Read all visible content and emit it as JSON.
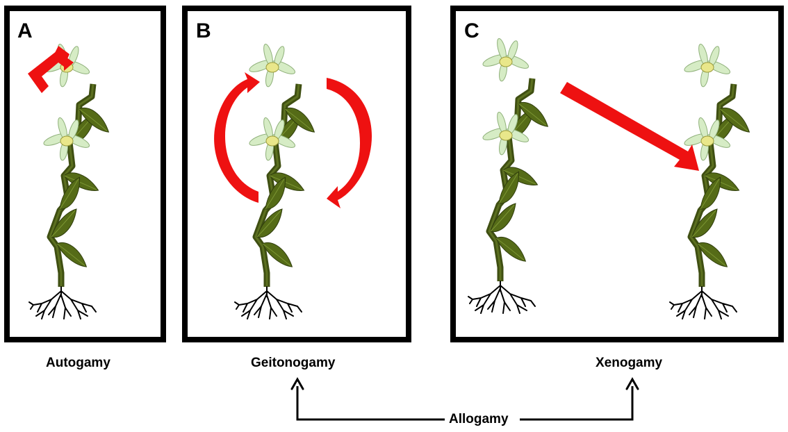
{
  "panels": [
    {
      "letter": "A",
      "caption": "Autogamy"
    },
    {
      "letter": "B",
      "caption": "Geitonogamy"
    },
    {
      "letter": "C",
      "caption": "Xenogamy"
    }
  ],
  "bracket_label": "Allogamy",
  "colors": {
    "arrow": "#ee1111",
    "stem": "#3f4f12",
    "leaf": "#556b17",
    "petal": "#d6ecc5",
    "flower_center": "#e9e78a",
    "root": "#000000",
    "frame": "#000000"
  }
}
